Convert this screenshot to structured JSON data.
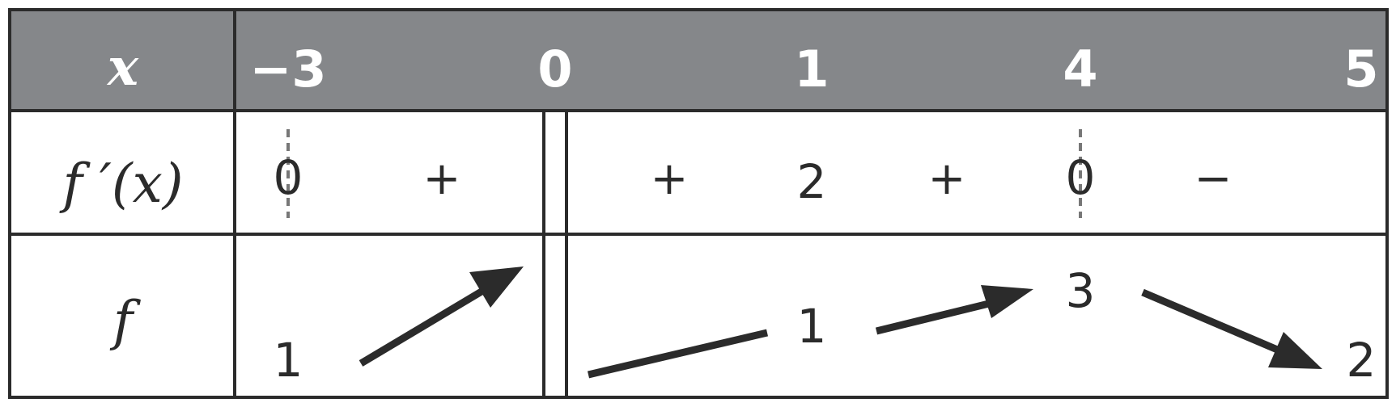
{
  "table": {
    "header": {
      "variable": "x",
      "values": [
        "−3",
        "0",
        "1",
        "4",
        "5"
      ]
    },
    "derivative_row": {
      "label": "f ′(x)",
      "entries": [
        "0",
        "+",
        "+",
        "2",
        "+",
        "0",
        "−"
      ]
    },
    "function_row": {
      "label": "f",
      "values": [
        "1",
        "1",
        "3",
        "2"
      ]
    }
  },
  "colors": {
    "header_bg": "#85878a",
    "grid": "#2b2b2b",
    "text": "#2b2b2b",
    "header_text": "#ffffff",
    "dashed": "#777777"
  }
}
